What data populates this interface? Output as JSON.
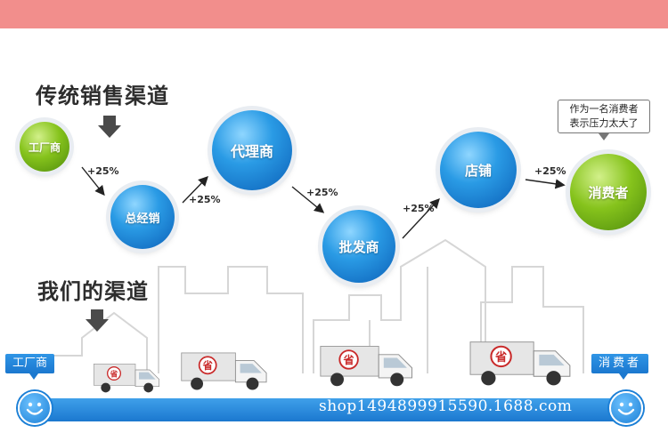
{
  "traditional": {
    "heading": "传统销售渠道",
    "nodes": {
      "factory": "工厂商",
      "general_distributor": "总经销",
      "agent": "代理商",
      "wholesaler": "批发商",
      "store": "店铺",
      "consumer": "消费者"
    },
    "markups": [
      "+25%",
      "+25%",
      "+25%",
      "+25%",
      "+25%"
    ],
    "consumer_comment": [
      "作为一名消费者",
      "表示压力太大了"
    ]
  },
  "ours": {
    "heading": "我们的渠道",
    "start_label": "工厂商",
    "end_label": "消费者",
    "truck_badge": "省",
    "watermark": "shop1494899915590.1688.com"
  },
  "colors": {
    "top_band": "#f28e8c",
    "blue_node": "#2a9be5",
    "green_node": "#86c31c",
    "road": "#1b78cf"
  },
  "icons": [
    "down-arrow-icon",
    "flow-arrow-icon",
    "smiley-icon",
    "truck-icon",
    "saving-badge-icon"
  ]
}
